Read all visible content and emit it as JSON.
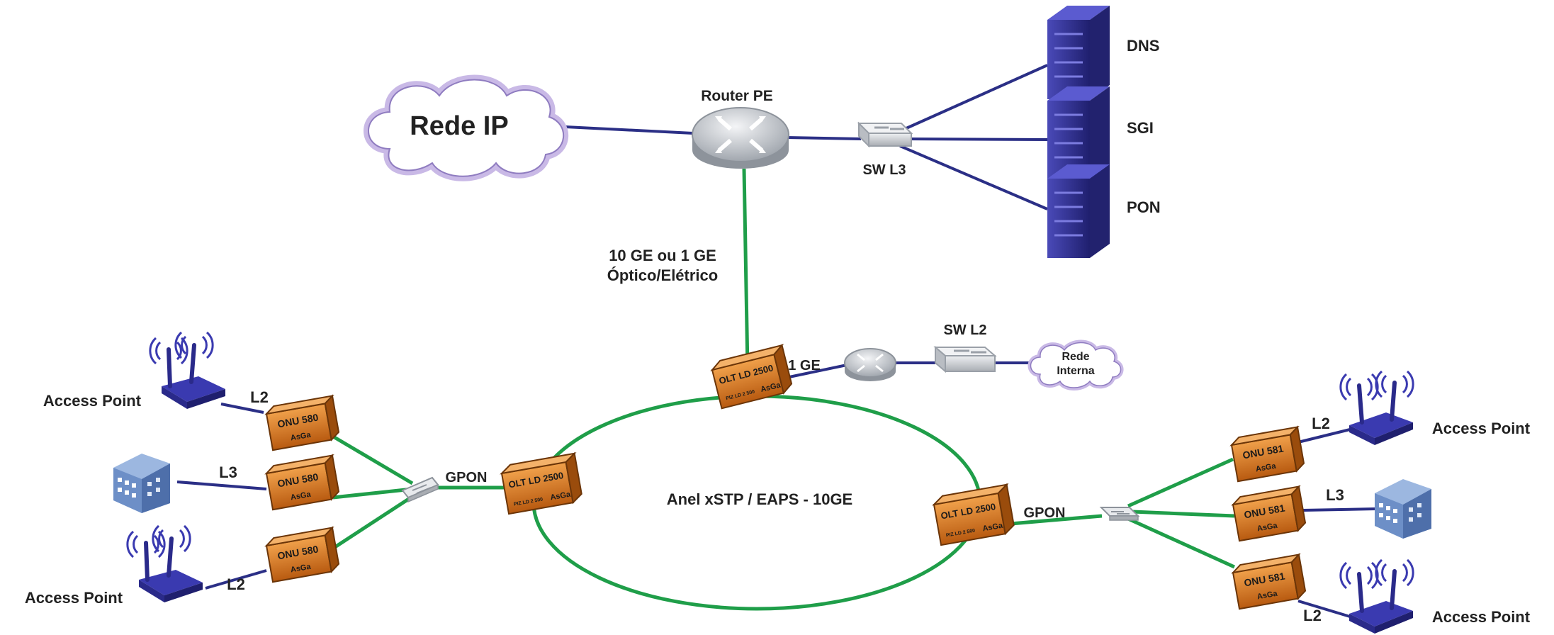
{
  "colors": {
    "link_blue": "#2b2f86",
    "link_green": "#1f9e49",
    "olt_orange": "#d9771f",
    "server_purple": "#34349a",
    "router_gray": "#b8bcc2",
    "cloud_lilac": "#c9b9e6",
    "building_blue": "#6d8fc7"
  },
  "labels": {
    "rede_ip": "Rede IP",
    "router_pe": "Router PE",
    "sw_l3": "SW L3",
    "dns": "DNS",
    "sgi": "SGI",
    "pon": "PON",
    "uplink_line1": "10 GE ou 1 GE",
    "uplink_line2": "Óptico/Elétrico",
    "one_ge": "1 GE",
    "sw_l2": "SW L2",
    "rede_interna_line1": "Rede",
    "rede_interna_line2": "Interna",
    "ring": "Anel xSTP / EAPS - 10GE",
    "gpon_left": "GPON",
    "gpon_right": "GPON",
    "ap_left_top": "Access Point",
    "ap_left_bottom": "Access Point",
    "ap_right_top": "Access Point",
    "ap_right_bottom": "Access Point",
    "l2_left_top": "L2",
    "l3_left": "L3",
    "l2_left_bottom": "L2",
    "l2_right_top": "L2",
    "l3_right": "L3",
    "l2_right_bottom": "L2"
  },
  "devices": {
    "olt_top": {
      "model": "OLT LD 2500",
      "sub": "PIZ LD 2 500",
      "brand": "AsGa"
    },
    "olt_left": {
      "model": "OLT LD 2500",
      "sub": "PIZ LD 2 500",
      "brand": "AsGa"
    },
    "olt_right": {
      "model": "OLT LD 2500",
      "sub": "PIZ LD 2 500",
      "brand": "AsGa"
    },
    "onu_left_1": {
      "model": "ONU 580",
      "brand": "AsGa"
    },
    "onu_left_2": {
      "model": "ONU 580",
      "brand": "AsGa"
    },
    "onu_left_3": {
      "model": "ONU 580",
      "brand": "AsGa"
    },
    "onu_right_1": {
      "model": "ONU 581",
      "brand": "AsGa"
    },
    "onu_right_2": {
      "model": "ONU 581",
      "brand": "AsGa"
    },
    "onu_right_3": {
      "model": "ONU 581",
      "brand": "AsGa"
    }
  },
  "icons": [
    "cloud-icon",
    "router-icon",
    "switch-icon",
    "server-icon",
    "splitter-icon",
    "access-point-icon",
    "building-icon",
    "olt-icon",
    "onu-icon"
  ]
}
